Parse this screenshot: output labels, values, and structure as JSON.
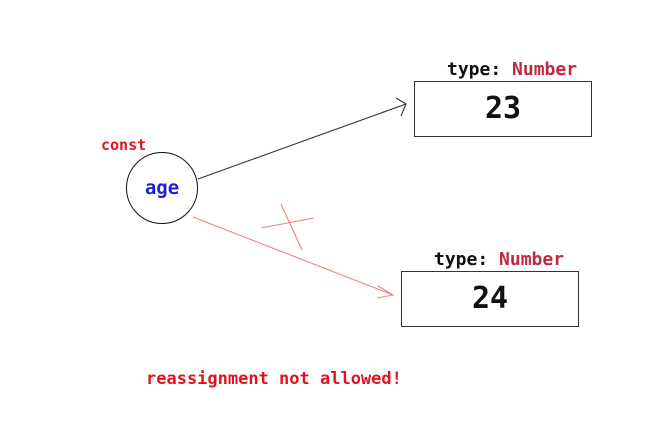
{
  "variable": {
    "keyword": "const",
    "name": "age"
  },
  "values": [
    {
      "type_key": "type:",
      "type_name": "Number",
      "value": "23",
      "status": "current"
    },
    {
      "type_key": "type:",
      "type_name": "Number",
      "value": "24",
      "status": "rejected"
    }
  ],
  "message": "reassignment not allowed!",
  "colors": {
    "keyword": "#e0141e",
    "variable_name": "#1f1fd6",
    "type_name": "#c0283f",
    "valid_arrow": "#333333",
    "invalid_arrow": "#f08080"
  }
}
